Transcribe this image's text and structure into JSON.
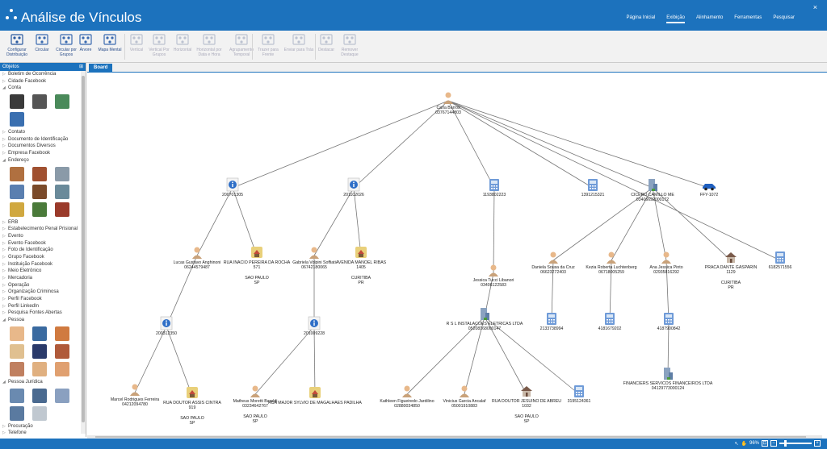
{
  "app": {
    "title": "Análise de Vínculos",
    "close": "×"
  },
  "menu": [
    {
      "label": "Página Inicial",
      "active": false
    },
    {
      "label": "Exibição",
      "active": true
    },
    {
      "label": "Alinhamento",
      "active": false
    },
    {
      "label": "Ferramentas",
      "active": false
    },
    {
      "label": "Pesquisar",
      "active": false
    }
  ],
  "ribbon": [
    {
      "label": "Configurar\nDistribuição",
      "icon": "config-icon",
      "enabled": true
    },
    {
      "label": "Circular",
      "icon": "circular-icon",
      "enabled": true
    },
    {
      "label": "Circular por\nGrupos",
      "icon": "circular-groups-icon",
      "enabled": true
    },
    {
      "label": "Árvore",
      "icon": "tree-icon",
      "enabled": true
    },
    {
      "label": "Mapa Mental",
      "icon": "mindmap-icon",
      "enabled": true
    },
    {
      "label": "Vertical",
      "icon": "vertical-icon",
      "enabled": false
    },
    {
      "label": "Vertical Por\nGrupos",
      "icon": "vertical-groups-icon",
      "enabled": false
    },
    {
      "label": "Horizontal",
      "icon": "horizontal-icon",
      "enabled": false
    },
    {
      "label": "Horizontal por\nData e Hora",
      "icon": "horizontal-date-icon",
      "enabled": false
    },
    {
      "label": "Agrupamento\nTemporal",
      "icon": "temporal-icon",
      "enabled": false
    },
    {
      "label": "Trazer para\nFrente",
      "icon": "bring-front-icon",
      "enabled": false
    },
    {
      "label": "Enviar para Trás",
      "icon": "send-back-icon",
      "enabled": false
    },
    {
      "label": "Destacar",
      "icon": "highlight-icon",
      "enabled": false
    },
    {
      "label": "Remover\nDestaque",
      "icon": "remove-highlight-icon",
      "enabled": false
    }
  ],
  "objects": {
    "header": "Objetos",
    "pin": "⊞",
    "items": [
      {
        "label": "Boletim de Ocorrência",
        "expanded": false
      },
      {
        "label": "Cidade Facebook",
        "expanded": false
      },
      {
        "label": "Conta",
        "expanded": true,
        "icons": [
          "#3a3a3a",
          "#555",
          "#4a8a5a",
          "#3a6fb0"
        ]
      },
      {
        "label": "Contato",
        "expanded": false
      },
      {
        "label": "Documento de Identificação",
        "expanded": false
      },
      {
        "label": "Documentos Diversos",
        "expanded": false
      },
      {
        "label": "Empresa Facebook",
        "expanded": false
      },
      {
        "label": "Endereço",
        "expanded": true,
        "icons": [
          "#b07040",
          "#a05030",
          "#8a9aa8",
          "#5a7fb0",
          "#7a4a2a",
          "#6a8a9a",
          "#d0a840",
          "#4a7a3a",
          "#9a3a2a"
        ]
      },
      {
        "label": "ERB",
        "expanded": false
      },
      {
        "label": "Estabelecimento Penal Prisional",
        "expanded": false
      },
      {
        "label": "Evento",
        "expanded": false
      },
      {
        "label": "Evento Facebook",
        "expanded": false
      },
      {
        "label": "Foto de Identificação",
        "expanded": false
      },
      {
        "label": "Grupo Facebook",
        "expanded": false
      },
      {
        "label": "Instituição Facebook",
        "expanded": false
      },
      {
        "label": "Meio Eletrônico",
        "expanded": false
      },
      {
        "label": "Mercadoria",
        "expanded": false
      },
      {
        "label": "Operação",
        "expanded": false
      },
      {
        "label": "Organização Criminosa",
        "expanded": false
      },
      {
        "label": "Perfil Facebook",
        "expanded": false
      },
      {
        "label": "Perfil LinkedIn",
        "expanded": false
      },
      {
        "label": "Pesquisa Fontes Abertas",
        "expanded": false
      },
      {
        "label": "Pessoa",
        "expanded": true,
        "icons": [
          "#e8b88a",
          "#3a6aa0",
          "#d07a40",
          "#e0c090",
          "#2a3a6a",
          "#b05a3a",
          "#c08060",
          "#e0b080",
          "#e0a070"
        ]
      },
      {
        "label": "Pessoa Jurídica",
        "expanded": true,
        "icons": [
          "#6a8ab0",
          "#4a6a90",
          "#8aa0c0",
          "#5a7aa0",
          "#c0c8d0"
        ]
      },
      {
        "label": "Procuração",
        "expanded": false
      },
      {
        "label": "Telefone",
        "expanded": false
      }
    ]
  },
  "board": {
    "tab": "Board"
  },
  "zoom": {
    "level": "96%"
  },
  "colors": {
    "accent": "#1c72bd"
  },
  "graph": {
    "nodes": [
      {
        "id": "carla",
        "type": "person",
        "lines": [
          "Carla Barros",
          "03767144803"
        ]
      },
      {
        "id": "bo1",
        "type": "info",
        "lines": [
          "200701305"
        ]
      },
      {
        "id": "bo2",
        "type": "info",
        "lines": [
          "201102026"
        ]
      },
      {
        "id": "t1",
        "type": "phone",
        "lines": [
          "1193802223"
        ]
      },
      {
        "id": "t2",
        "type": "phone",
        "lines": [
          "1391215321"
        ]
      },
      {
        "id": "cicero",
        "type": "company",
        "lines": [
          "CICERO CAMILLO ME",
          "03406692000172"
        ]
      },
      {
        "id": "car",
        "type": "car",
        "lines": [
          "FFY-1072"
        ]
      },
      {
        "id": "lucas",
        "type": "person",
        "lines": [
          "Lucas Gustavo Anghinoni",
          "06244579487"
        ]
      },
      {
        "id": "addr1",
        "type": "address",
        "lines": [
          "RUA INACIO PEREIRA DA ROCHA",
          "571"
        ],
        "extra": [
          "SAO PAULO",
          "SP"
        ]
      },
      {
        "id": "gabriela",
        "type": "person",
        "lines": [
          "Gabriela Volpini Soffiati",
          "06742180065"
        ]
      },
      {
        "id": "addr2",
        "type": "address",
        "lines": [
          "AVENIDA MANOEL RIBAS",
          "1405"
        ],
        "extra": [
          "CURITIBA",
          "PR"
        ]
      },
      {
        "id": "jessica",
        "type": "person",
        "lines": [
          "Jessica Tucci Libanori",
          "03406122583"
        ]
      },
      {
        "id": "daniela",
        "type": "person",
        "lines": [
          "Daniela Sousa da Cruz",
          "06623272403"
        ]
      },
      {
        "id": "kezia",
        "type": "person",
        "lines": [
          "Kezia Roberta Luchtenberg",
          "06718005259"
        ]
      },
      {
        "id": "ana",
        "type": "person",
        "lines": [
          "Ana Jessica Pinto",
          "02935816292"
        ]
      },
      {
        "id": "praca",
        "type": "house",
        "lines": [
          "PRACA DANTE GASPARIN",
          "1129"
        ],
        "extra": [
          "CURITIBA",
          "PR"
        ]
      },
      {
        "id": "t3",
        "type": "phone",
        "lines": [
          "6182571556"
        ]
      },
      {
        "id": "bo3",
        "type": "info",
        "lines": [
          "200312350"
        ]
      },
      {
        "id": "bo4",
        "type": "info",
        "lines": [
          "201009228"
        ]
      },
      {
        "id": "rsl",
        "type": "company",
        "lines": [
          "R S L INSTALACOES ELETRICAS LTDA",
          "05208168000147"
        ]
      },
      {
        "id": "t4",
        "type": "phone",
        "lines": [
          "2133738994"
        ]
      },
      {
        "id": "t5",
        "type": "phone",
        "lines": [
          "4181679202"
        ]
      },
      {
        "id": "t6",
        "type": "phone",
        "lines": [
          "4187900842"
        ]
      },
      {
        "id": "marcel",
        "type": "person",
        "lines": [
          "Marcel Rodrigues Ferreira",
          "04212094780"
        ]
      },
      {
        "id": "addr3",
        "type": "address",
        "lines": [
          "RUA DOUTOR ASSIS CINTRA",
          "919"
        ],
        "extra": [
          "SAO PAULO",
          "SP"
        ]
      },
      {
        "id": "matheus",
        "type": "person",
        "lines": [
          "Matheus Moretti Baraldi",
          "03234642767"
        ],
        "extra": [
          "SAO PAULO",
          "SP"
        ]
      },
      {
        "id": "addr4",
        "type": "address",
        "lines": [
          "RUA MAJOR SYLVIO DE MAGALHAES PADILHA"
        ]
      },
      {
        "id": "kathleen",
        "type": "person",
        "lines": [
          "Kathleen Figueiredo Jardilino",
          "02880034850"
        ]
      },
      {
        "id": "vinicius",
        "type": "person",
        "lines": [
          "Vinicius Garcia Ancalaf",
          "05001910883"
        ]
      },
      {
        "id": "addr5",
        "type": "house",
        "lines": [
          "RUA DOUTOR JESUINO DE ABREU",
          "1032"
        ],
        "extra": [
          "SAO PAULO",
          "SP"
        ]
      },
      {
        "id": "t7",
        "type": "phone",
        "lines": [
          "3195124361"
        ]
      },
      {
        "id": "financiers",
        "type": "company",
        "lines": [
          "FINANCIERS SERVICOS FINANCEIROS LTDA",
          "04129773000124"
        ]
      }
    ],
    "edges": [
      [
        "carla",
        "bo1"
      ],
      [
        "carla",
        "bo2"
      ],
      [
        "carla",
        "t1"
      ],
      [
        "carla",
        "t2"
      ],
      [
        "carla",
        "cicero"
      ],
      [
        "carla",
        "car"
      ],
      [
        "carla",
        "t3"
      ],
      [
        "bo1",
        "lucas"
      ],
      [
        "bo1",
        "addr1"
      ],
      [
        "bo2",
        "gabriela"
      ],
      [
        "bo2",
        "addr2"
      ],
      [
        "t1",
        "jessica"
      ],
      [
        "cicero",
        "daniela"
      ],
      [
        "cicero",
        "kezia"
      ],
      [
        "cicero",
        "ana"
      ],
      [
        "cicero",
        "praca"
      ],
      [
        "lucas",
        "bo3"
      ],
      [
        "gabriela",
        "bo4"
      ],
      [
        "jessica",
        "rsl"
      ],
      [
        "daniela",
        "t4"
      ],
      [
        "kezia",
        "t5"
      ],
      [
        "ana",
        "t6"
      ],
      [
        "bo3",
        "marcel"
      ],
      [
        "bo3",
        "addr3"
      ],
      [
        "bo4",
        "matheus"
      ],
      [
        "bo4",
        "addr4"
      ],
      [
        "rsl",
        "kathleen"
      ],
      [
        "rsl",
        "vinicius"
      ],
      [
        "rsl",
        "addr5"
      ],
      [
        "rsl",
        "t7"
      ],
      [
        "t6",
        "financiers"
      ]
    ]
  }
}
